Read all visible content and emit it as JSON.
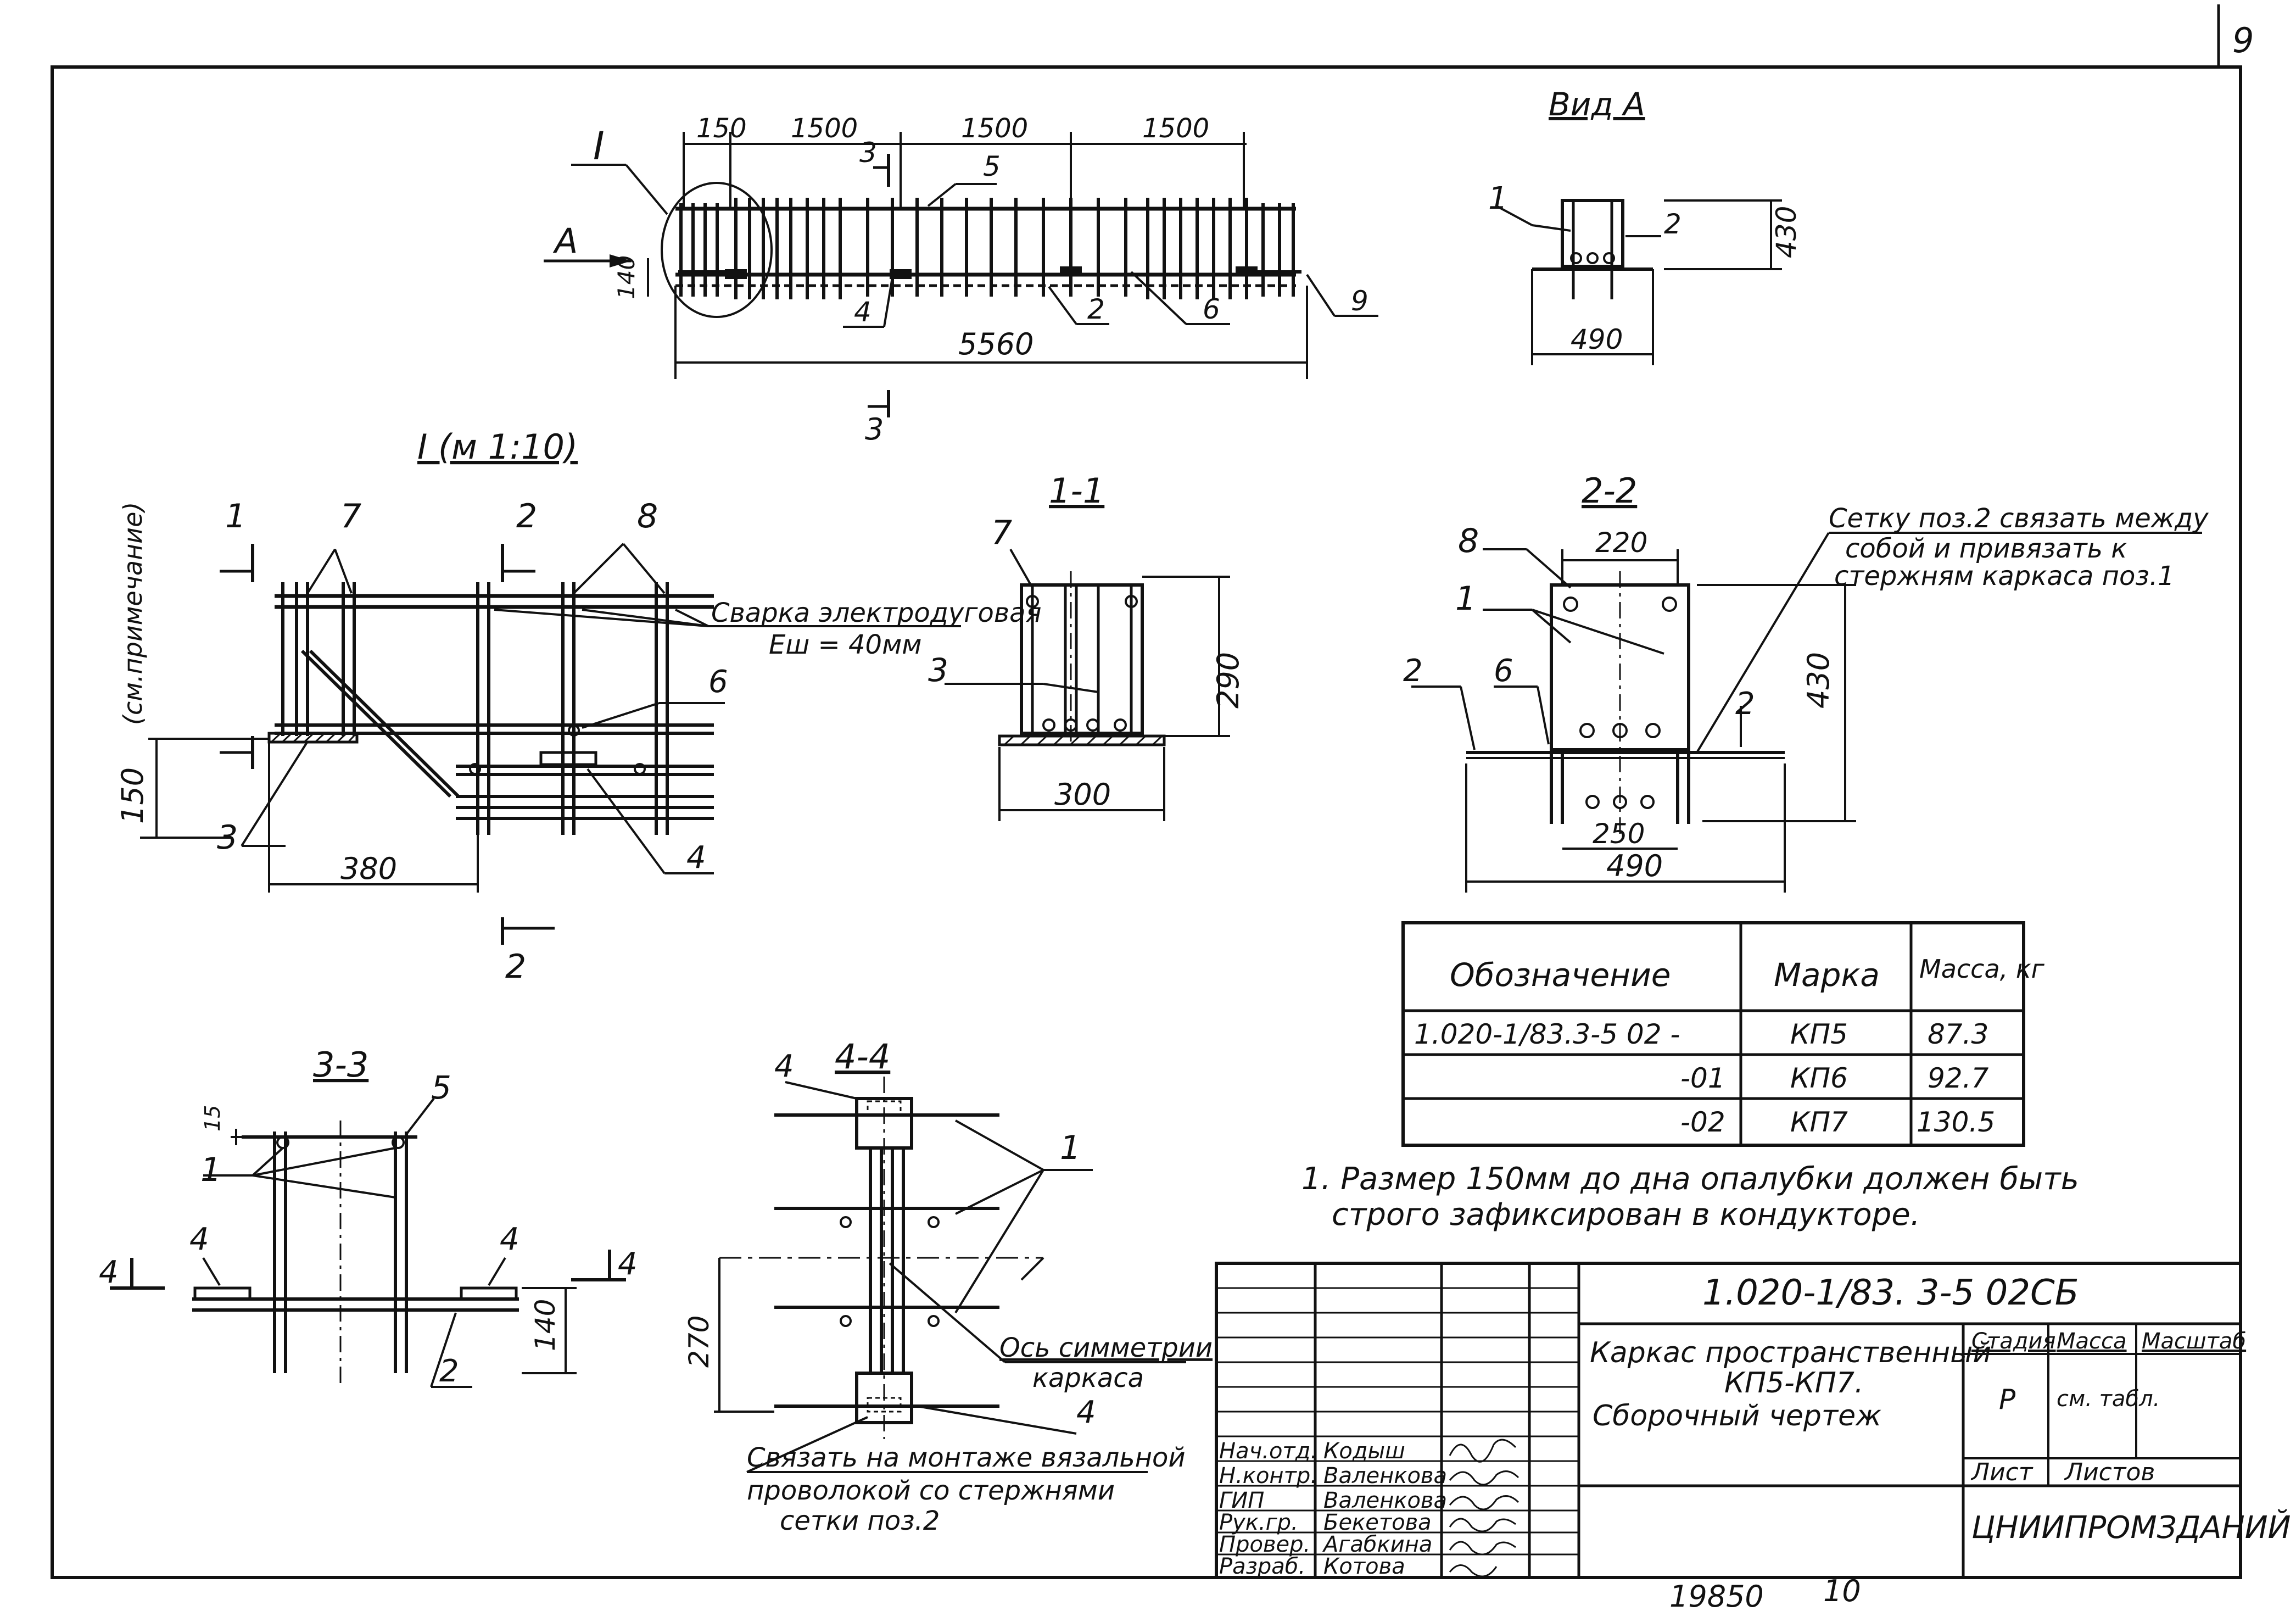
{
  "sheet_number": "9",
  "archive_number": "19850",
  "archive_sheet": "10",
  "views": {
    "main": {
      "label_I": "I",
      "label_A": "A",
      "dims": {
        "d150": "150",
        "d1500a": "1500",
        "d1500b": "1500",
        "d1500c": "1500",
        "d140": "140",
        "total": "5560"
      },
      "callouts": {
        "c3top": "3",
        "c3bot": "3",
        "c5": "5",
        "c4": "4",
        "c2": "2",
        "c6": "6",
        "c9": "9"
      }
    },
    "view_a": {
      "title": "Вид А",
      "c1": "1",
      "c2": "2",
      "h": "430",
      "w": "490"
    },
    "detail_I": {
      "title": "I (м 1:10)",
      "section_1": "1",
      "section_2a": "2",
      "section_2b": "2",
      "c7": "7",
      "c8": "8",
      "c6": "6",
      "c3": "3",
      "c4": "4",
      "weld_note_1": "Сварка электродуговая",
      "weld_note_2": "Еш = 40мм",
      "dim_150": "150",
      "dim_150_note": "(см.примечание)",
      "dim_380": "380"
    },
    "section_1_1": {
      "title": "1-1",
      "c7": "7",
      "c3": "3",
      "h": "290",
      "w": "300"
    },
    "section_2_2": {
      "title": "2-2",
      "c8": "8",
      "c1": "1",
      "c2a": "2",
      "c6": "6",
      "c2b": "2",
      "w220": "220",
      "h430": "430",
      "w250": "250",
      "w490": "490",
      "note_1": "Сетку поз.2 связать между",
      "note_2": "собой и привязать к",
      "note_3": "стержням каркаса   поз.1"
    },
    "section_3_3": {
      "title": "3-3",
      "c15": "15",
      "c5": "5",
      "c1": "1",
      "c4a": "4",
      "c4b": "4",
      "c2": "2",
      "h140": "140",
      "s4a": "4",
      "s4b": "4"
    },
    "section_4_4": {
      "title": "4-4",
      "c4a": "4",
      "c1": "1",
      "c4b": "4",
      "h270": "270",
      "axis_note_1": "Ось симметрии",
      "axis_note_2": "каркаса",
      "tie_note_1": "Связать на монтаже вязальной",
      "tie_note_2": "проволокой со стержнями",
      "tie_note_3": "сетки     поз.2"
    }
  },
  "spec_table": {
    "headers": [
      "Обозначение",
      "Марка",
      "Масса, кг"
    ],
    "rows": [
      {
        "designation": "1.020-1/83.3-5 02  -",
        "mark": "КП5",
        "mass": "87.3"
      },
      {
        "designation": "-01",
        "mark": "КП6",
        "mass": "92.7"
      },
      {
        "designation": "-02",
        "mark": "КП7",
        "mass": "130.5"
      }
    ]
  },
  "notes": {
    "n1_line1": "1. Размер 150мм до дна опалубки должен быть",
    "n1_line2": "строго зафиксирован в кондукторе."
  },
  "title_block": {
    "code": "1.020-1/83. 3-5 02СБ",
    "name_1": "Каркас пространственный",
    "name_2": "КП5-КП7.",
    "name_3": "Сборочный   чертеж",
    "stage_label": "Стадия",
    "mass_label": "Масса",
    "scale_label": "Масштаб",
    "stage_value": "Р",
    "mass_value": "см. табл.",
    "sheet_label": "Лист",
    "sheets_label": "Листов",
    "org": "ЦНИИПРОМЗДАНИЙ",
    "signatories": [
      {
        "role": "Нач.отд.",
        "name": "Кодыш"
      },
      {
        "role": "Н.контр.",
        "name": "Валенкова"
      },
      {
        "role": "ГИП",
        "name": "Валенкова"
      },
      {
        "role": "Рук.гр.",
        "name": "Бекетова"
      },
      {
        "role": "Провер.",
        "name": "Агабкина"
      },
      {
        "role": "Разраб.",
        "name": "Котова"
      }
    ]
  }
}
